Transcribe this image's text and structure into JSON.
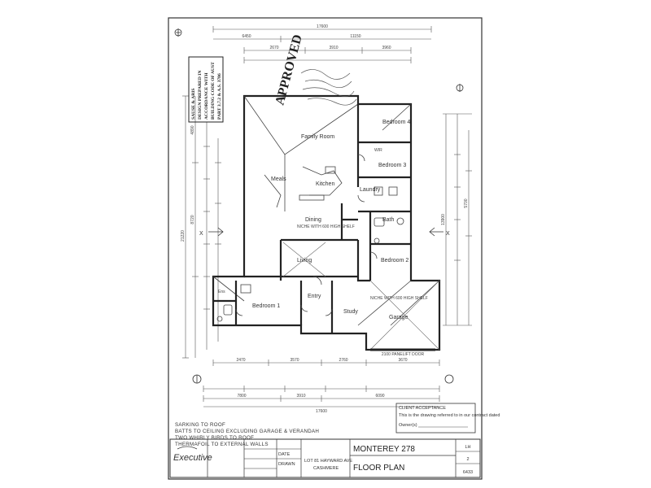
{
  "rooms": {
    "family_room": "Family Room",
    "meals": "Meals",
    "kitchen": "Kitchen",
    "dining": "Dining",
    "living": "Living",
    "bedroom1": "Bedroom 1",
    "bedroom2": "Bedroom 2",
    "bedroom3": "Bedroom 3",
    "bedroom4": "Bedroom 4",
    "entry": "Entry",
    "study": "Study",
    "laundry": "Laundry",
    "bath": "Bath",
    "garage": "Garage",
    "wir": "WIR",
    "ens": "Ens"
  },
  "annotations": {
    "niche": "NICHE WITH 600 HIGH SHELF",
    "niche_garage": "NICHE WITH 600 HIGH SHELF",
    "garage_door": "2100 PANELIFT DOOR",
    "stamp_text": "APPROVED"
  },
  "dimensions": {
    "top_overall": "17600",
    "top_a": "6450",
    "top_b": "11150",
    "top_1": "2670",
    "top_2": "3910",
    "top_3": "3960",
    "bottom_overall": "17600",
    "bottom_a": "7800",
    "bottom_b": "3910",
    "bottom_c": "6090",
    "bottom_1": "2470",
    "bottom_2": "3570",
    "bottom_3": "2760",
    "bottom_4": "3670",
    "left_overall": "21220",
    "left_a": "4890",
    "left_b": "8720",
    "right_overall": "13900",
    "right_a": "5700"
  },
  "notes": [
    "SARKING TO ROOF",
    "BATTS TO CEILING EXCLUDING GARAGE & VERANDAH",
    "TWO WHIRLY BIRDS TO ROOF",
    "THERMAFOIL TO EXTERNAL WALLS"
  ],
  "council_stamp": [
    "SAUSE & ARIS",
    "DESIGN PREPARED IN",
    "ACCORDANCE WITH",
    "BUILDING CODE OF AUST",
    "PART 3.7.2 & A.S. 3786"
  ],
  "section_marks": {
    "left": "X",
    "right": "X"
  },
  "title_block": {
    "logo": "Executive",
    "lot": "LOT 81 HAYWARD AVE",
    "suburb": "CASHMERE",
    "design": "MONTEREY 278",
    "drawing_title": "FLOOR PLAN",
    "hand": "LH",
    "sheet_no": "2",
    "job_no": "6433",
    "date_label": "DATE",
    "drawn_label": "DRAWN",
    "amendments_label": "CLIENT ACCEPTANCE",
    "accept_text": "This is the drawing referred to in our contract dated",
    "owner_label": "Owner(s)"
  }
}
